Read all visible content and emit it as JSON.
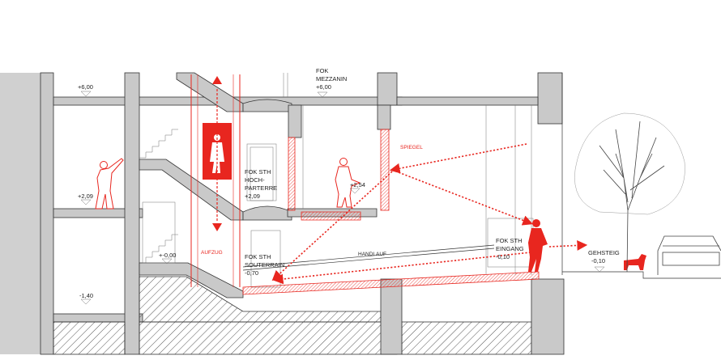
{
  "labels": {
    "fok_mezzanin": "FOK",
    "fok_mezzanin_2": "MEZZANIN",
    "fok_mezzanin_3": "+6,00",
    "level_left_600": "+6,00",
    "level_left_209": "+2,09",
    "level_left_000": "+-0,00",
    "level_left_140": "-1,40",
    "fok_hp_1": "FOK STH",
    "fok_hp_2": "HOCH-",
    "fok_hp_3": "PARTERRE",
    "fok_hp_4": "+2,09",
    "level_254": "+2,54",
    "fok_sout_1": "FOK STH",
    "fok_sout_2": "SOUTERRAIN",
    "fok_sout_3": "-0,70",
    "fok_eing_1": "FOK STH",
    "fok_eing_2": "EINGANG",
    "fok_eing_3": "-0,10",
    "gehsteig_1": "GEHSTEIG",
    "gehsteig_2": "-0,10",
    "handlauf": "HANDLAUF",
    "spiegel": "SPIEGEL",
    "aufzug": "AUFZUG"
  },
  "colors": {
    "accent": "#e8261f",
    "wall": "#c9c9c9",
    "line": "#333333"
  }
}
